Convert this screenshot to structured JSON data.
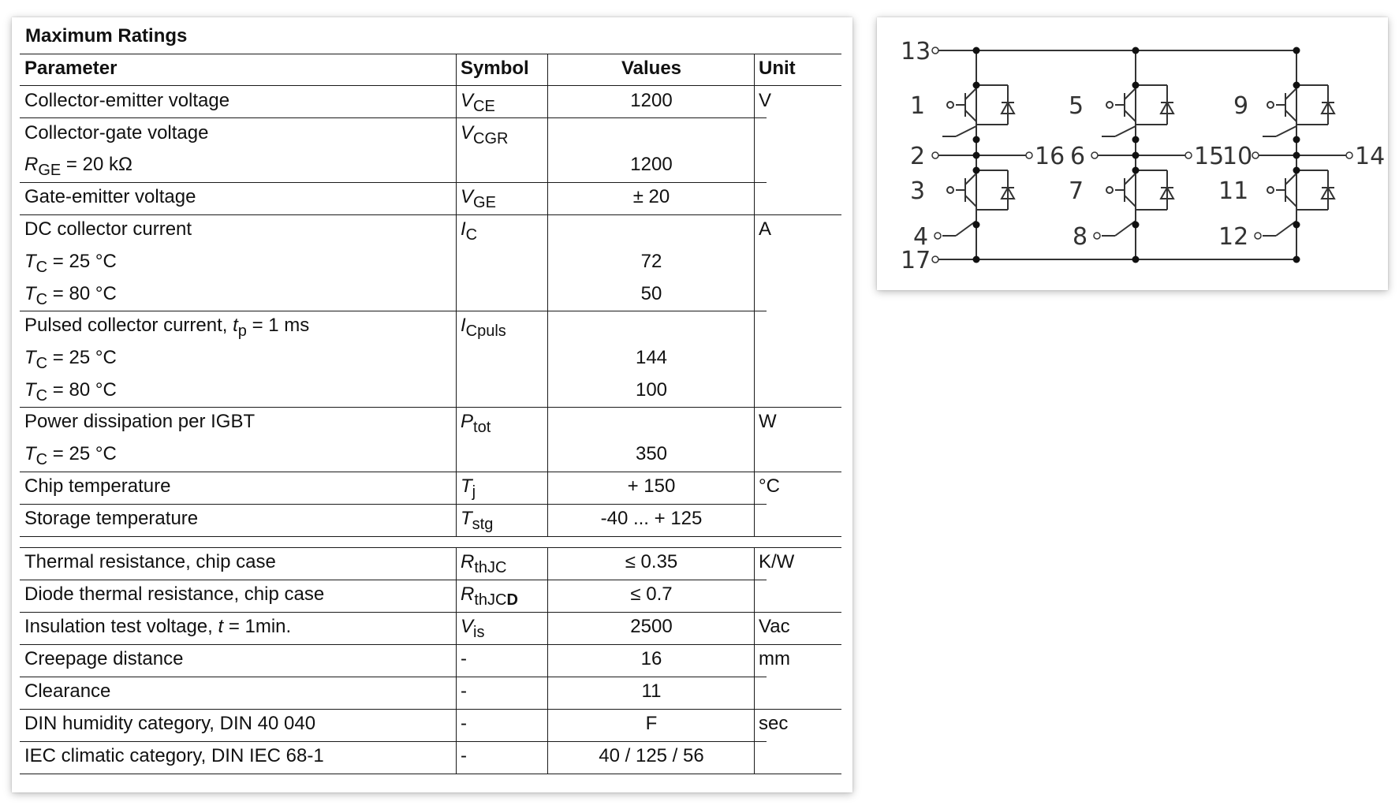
{
  "table": {
    "title": "Maximum Ratings",
    "headers": {
      "parameter": "Parameter",
      "symbol": "Symbol",
      "values": "Values",
      "unit": "Unit"
    },
    "rows": {
      "vce": {
        "param": "Collector-emitter voltage",
        "sym_main": "V",
        "sym_sub": "CE",
        "value": "1200",
        "unit": "V"
      },
      "vcgr": {
        "param": "Collector-gate voltage",
        "sym_main": "V",
        "sym_sub": "CGR",
        "value": ""
      },
      "vcgr_cond": {
        "param_main": "R",
        "param_sub": "GE",
        "param_rest": " = 20 kΩ",
        "value": "1200"
      },
      "vge": {
        "param": "Gate-emitter voltage",
        "sym_main": "V",
        "sym_sub": "GE",
        "value": "± 20"
      },
      "ic": {
        "param": "DC collector current",
        "sym_main": "I",
        "sym_sub": "C",
        "value": "",
        "unit": "A"
      },
      "ic_25": {
        "param_main": "T",
        "param_sub": "C",
        "param_rest": " = 25 °C",
        "value": "72"
      },
      "ic_80": {
        "param_main": "T",
        "param_sub": "C",
        "param_rest": " = 80 °C",
        "value": "50"
      },
      "icpuls": {
        "param_pre": "Pulsed  collector current, ",
        "param_main": "t",
        "param_sub": "p",
        "param_rest": " = 1 ms",
        "sym_main": "I",
        "sym_sub": "Cpuls",
        "value": ""
      },
      "icpuls_25": {
        "param_main": "T",
        "param_sub": "C",
        "param_rest": " = 25 °C",
        "value": "144"
      },
      "icpuls_80": {
        "param_main": "T",
        "param_sub": "C",
        "param_rest": " = 80 °C",
        "value": "100"
      },
      "ptot": {
        "param": "Power dissipation per IGBT",
        "sym_main": "P",
        "sym_sub": "tot",
        "value": "",
        "unit": "W"
      },
      "ptot_25": {
        "param_main": "T",
        "param_sub": "C",
        "param_rest": " = 25 °C",
        "value": "350"
      },
      "tj": {
        "param": "Chip temperature",
        "sym_main": "T",
        "sym_sub": "j",
        "value": "+ 150",
        "unit": "°C"
      },
      "tstg": {
        "param": "Storage temperature",
        "sym_main": "T",
        "sym_sub": "stg",
        "value": "-40 ... + 125"
      },
      "rthjc": {
        "param": "Thermal resistance, chip case",
        "sym_main": "R",
        "sym_sub": "thJC",
        "value": "≤ 0.35",
        "unit": "K/W"
      },
      "rthjcd": {
        "param": "Diode thermal resistance, chip case",
        "sym_main": "R",
        "sym_sub_a": "thJC",
        "sym_sub_b": "D",
        "value": "≤ 0.7"
      },
      "vis": {
        "param_pre": "Insulation test voltage, ",
        "param_main": "t",
        "param_rest": " = 1min.",
        "sym_main": "V",
        "sym_sub": "is",
        "value": "2500",
        "unit": "Vac"
      },
      "creepage": {
        "param": "Creepage distance",
        "sym": "-",
        "value": "16",
        "unit": "mm"
      },
      "clearance": {
        "param": "Clearance",
        "sym": "-",
        "value": "11"
      },
      "din": {
        "param": "DIN humidity category, DIN 40 040",
        "sym": "-",
        "value": "F",
        "unit": "sec"
      },
      "iec": {
        "param": "IEC climatic category, DIN IEC 68-1",
        "sym": "-",
        "value": "40 / 125 / 56"
      }
    }
  },
  "diagram": {
    "terminals": {
      "t1": "1",
      "t2": "2",
      "t3": "3",
      "t4": "4",
      "t5": "5",
      "t6": "6",
      "t7": "7",
      "t8": "8",
      "t9": "9",
      "t10": "10",
      "t11": "11",
      "t12": "12",
      "t13": "13",
      "t14": "14",
      "t15": "15",
      "t16": "16",
      "t17": "17"
    },
    "line_color": "#333333"
  }
}
